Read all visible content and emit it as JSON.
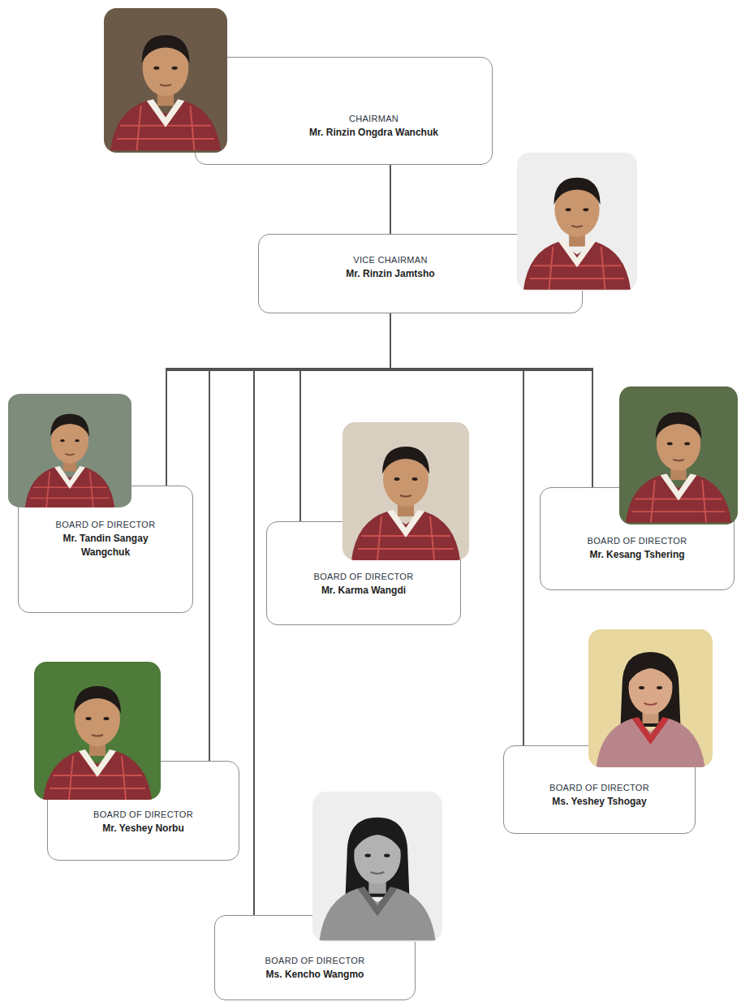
{
  "diagram": {
    "nodes": [
      {
        "text": [
          "CHAIRMAN",
          "Mr. Rinzin Ongdra Wanchuk"
        ]
      },
      {
        "text": [
          "VICE CHAIRMAN",
          "Mr. Rinzin Jamtsho"
        ]
      },
      {
        "text": [
          "BOARD OF DIRECTOR",
          "Mr. Tandin Sangay Wangchuk"
        ]
      },
      {
        "text": [
          "BOARD OF DIRECTOR",
          "Mr. Karma Wangdi"
        ]
      },
      {
        "text": [
          "BOARD OF DIRECTOR",
          "Mr. Kesang Tshering"
        ]
      },
      {
        "text": [
          "BOARD OF DIRECTOR",
          "Mr. Yeshey Norbu"
        ]
      },
      {
        "text": [
          "BOARD OF DIRECTOR",
          "Ms. Yeshey Tshogay"
        ]
      },
      {
        "text": [
          "BOARD OF DIRECTOR",
          "Ms. Kencho Wangmo"
        ]
      }
    ],
    "edges": [
      {
        "from": 0,
        "to": 1,
        "arrow": "none"
      },
      {
        "from": 1,
        "to": 2,
        "arrow": "none"
      },
      {
        "from": 1,
        "to": 3,
        "arrow": "none"
      },
      {
        "from": 1,
        "to": 4,
        "arrow": "none"
      },
      {
        "from": 1,
        "to": 5,
        "arrow": "none"
      },
      {
        "from": 1,
        "to": 6,
        "arrow": "none"
      },
      {
        "from": 1,
        "to": 7,
        "arrow": "none"
      }
    ]
  }
}
